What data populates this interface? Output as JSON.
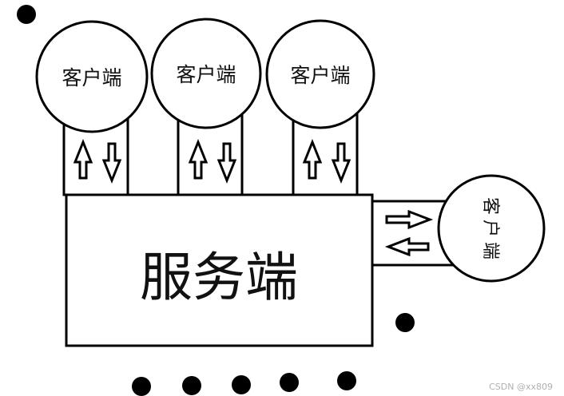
{
  "server": {
    "label": "服务端"
  },
  "clients": [
    {
      "label": "客户端"
    },
    {
      "label": "客户端"
    },
    {
      "label": "客户端"
    }
  ],
  "side_client": {
    "label": "客户端",
    "chars": [
      "客",
      "户",
      "端"
    ]
  },
  "watermark": "CSDN @xx809"
}
